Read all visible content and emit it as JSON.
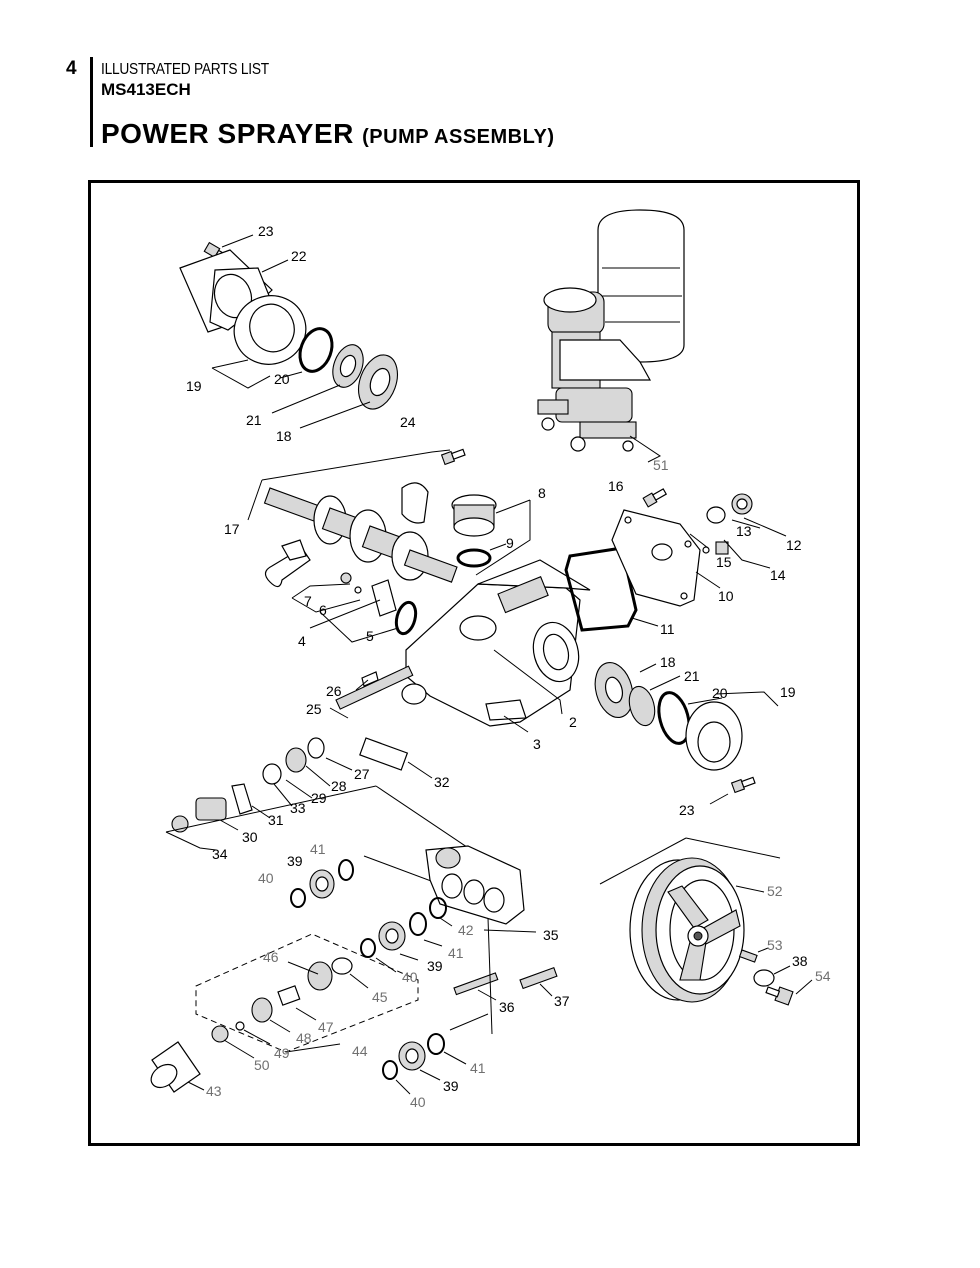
{
  "header": {
    "page_number": "4",
    "section_label": "ILLUSTRATED PARTS LIST",
    "model_number": "MS413ECH",
    "title_main": "POWER SPRAYER",
    "title_sub": "(PUMP ASSEMBLY)"
  },
  "callouts": [
    {
      "id": "c23a",
      "text": "23",
      "style": "black"
    },
    {
      "id": "c22",
      "text": "22",
      "style": "black"
    },
    {
      "id": "c19a",
      "text": "19",
      "style": "black"
    },
    {
      "id": "c20a",
      "text": "20",
      "style": "black"
    },
    {
      "id": "c21a",
      "text": "21",
      "style": "black"
    },
    {
      "id": "c18a",
      "text": "18",
      "style": "black"
    },
    {
      "id": "c24",
      "text": "24",
      "style": "black"
    },
    {
      "id": "c51",
      "text": "51",
      "style": "gray"
    },
    {
      "id": "c8",
      "text": "8",
      "style": "black"
    },
    {
      "id": "c16",
      "text": "16",
      "style": "black"
    },
    {
      "id": "c17",
      "text": "17",
      "style": "black"
    },
    {
      "id": "c9",
      "text": "9",
      "style": "black"
    },
    {
      "id": "c13",
      "text": "13",
      "style": "black"
    },
    {
      "id": "c12",
      "text": "12",
      "style": "black"
    },
    {
      "id": "c15",
      "text": "15",
      "style": "black"
    },
    {
      "id": "c14",
      "text": "14",
      "style": "black"
    },
    {
      "id": "c7",
      "text": "7",
      "style": "black"
    },
    {
      "id": "c6",
      "text": "6",
      "style": "black"
    },
    {
      "id": "c10",
      "text": "10",
      "style": "black"
    },
    {
      "id": "c4",
      "text": "4",
      "style": "black"
    },
    {
      "id": "c5",
      "text": "5",
      "style": "black"
    },
    {
      "id": "c11",
      "text": "11",
      "style": "black"
    },
    {
      "id": "c18b",
      "text": "18",
      "style": "black"
    },
    {
      "id": "c21b",
      "text": "21",
      "style": "black"
    },
    {
      "id": "c26",
      "text": "26",
      "style": "black"
    },
    {
      "id": "c20b",
      "text": "20",
      "style": "black"
    },
    {
      "id": "c19b",
      "text": "19",
      "style": "black"
    },
    {
      "id": "c25",
      "text": "25",
      "style": "black"
    },
    {
      "id": "c2",
      "text": "2",
      "style": "black"
    },
    {
      "id": "c3",
      "text": "3",
      "style": "black"
    },
    {
      "id": "c27",
      "text": "27",
      "style": "black"
    },
    {
      "id": "c28",
      "text": "28",
      "style": "black"
    },
    {
      "id": "c32",
      "text": "32",
      "style": "black"
    },
    {
      "id": "c29",
      "text": "29",
      "style": "black"
    },
    {
      "id": "c33",
      "text": "33",
      "style": "black"
    },
    {
      "id": "c31",
      "text": "31",
      "style": "black"
    },
    {
      "id": "c23b",
      "text": "23",
      "style": "black"
    },
    {
      "id": "c30",
      "text": "30",
      "style": "black"
    },
    {
      "id": "c34",
      "text": "34",
      "style": "black"
    },
    {
      "id": "c41a",
      "text": "41",
      "style": "gray"
    },
    {
      "id": "c39a",
      "text": "39",
      "style": "black"
    },
    {
      "id": "c40a",
      "text": "40",
      "style": "gray"
    },
    {
      "id": "c52",
      "text": "52",
      "style": "gray"
    },
    {
      "id": "c42",
      "text": "42",
      "style": "gray"
    },
    {
      "id": "c35",
      "text": "35",
      "style": "black"
    },
    {
      "id": "c46",
      "text": "46",
      "style": "gray"
    },
    {
      "id": "c41b",
      "text": "41",
      "style": "gray"
    },
    {
      "id": "c39b",
      "text": "39",
      "style": "black"
    },
    {
      "id": "c53",
      "text": "53",
      "style": "gray"
    },
    {
      "id": "c38",
      "text": "38",
      "style": "black"
    },
    {
      "id": "c40b",
      "text": "40",
      "style": "gray"
    },
    {
      "id": "c54",
      "text": "54",
      "style": "gray"
    },
    {
      "id": "c45",
      "text": "45",
      "style": "gray"
    },
    {
      "id": "c37",
      "text": "37",
      "style": "black"
    },
    {
      "id": "c36",
      "text": "36",
      "style": "black"
    },
    {
      "id": "c47",
      "text": "47",
      "style": "gray"
    },
    {
      "id": "c48",
      "text": "48",
      "style": "gray"
    },
    {
      "id": "c44",
      "text": "44",
      "style": "gray"
    },
    {
      "id": "c49",
      "text": "49",
      "style": "gray"
    },
    {
      "id": "c50",
      "text": "50",
      "style": "gray"
    },
    {
      "id": "c41c",
      "text": "41",
      "style": "gray"
    },
    {
      "id": "c39c",
      "text": "39",
      "style": "black"
    },
    {
      "id": "c43",
      "text": "43",
      "style": "gray"
    },
    {
      "id": "c40c",
      "text": "40",
      "style": "gray"
    }
  ]
}
